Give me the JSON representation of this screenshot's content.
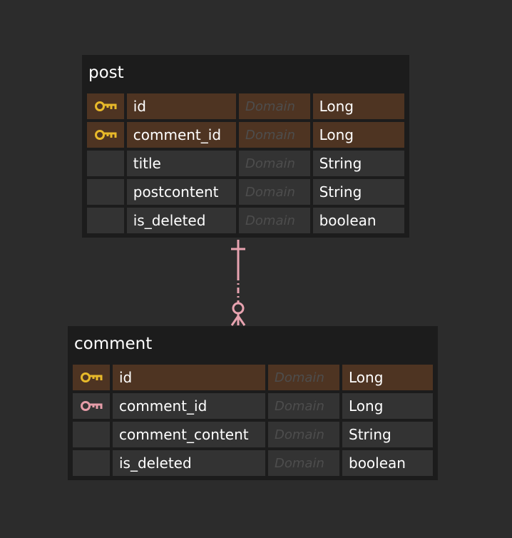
{
  "entities": {
    "post": {
      "name": "post",
      "rows": [
        {
          "name": "id",
          "domain": "Domain",
          "type": "Long",
          "key": "primary"
        },
        {
          "name": "comment_id",
          "domain": "Domain",
          "type": "Long",
          "key": "primary"
        },
        {
          "name": "title",
          "domain": "Domain",
          "type": "String",
          "key": "none"
        },
        {
          "name": "postcontent",
          "domain": "Domain",
          "type": "String",
          "key": "none"
        },
        {
          "name": "is_deleted",
          "domain": "Domain",
          "type": "boolean",
          "key": "none"
        }
      ]
    },
    "comment": {
      "name": "comment",
      "rows": [
        {
          "name": "id",
          "domain": "Domain",
          "type": "Long",
          "key": "primary"
        },
        {
          "name": "comment_id",
          "domain": "Domain",
          "type": "Long",
          "key": "foreign"
        },
        {
          "name": "comment_content",
          "domain": "Domain",
          "type": "String",
          "key": "none"
        },
        {
          "name": "is_deleted",
          "domain": "Domain",
          "type": "boolean",
          "key": "none"
        }
      ]
    }
  },
  "relationship": {
    "from": "post",
    "to": "comment",
    "from_cardinality": "one",
    "to_cardinality": "zero-or-many",
    "line_style": "dash-dot"
  },
  "colors": {
    "background": "#2c2c2c",
    "entity_background": "#1c1c1c",
    "cell_background": "#333333",
    "primary_key_row": "#4e3422",
    "primary_key_icon": "#e8b92a",
    "foreign_key_icon": "#e59ca8",
    "relationship_line": "#e8a3b0",
    "domain_text": "#4d4d4d",
    "text": "#ffffff"
  },
  "icons": {
    "primary": "primary-key-icon",
    "foreign": "foreign-key-icon"
  }
}
